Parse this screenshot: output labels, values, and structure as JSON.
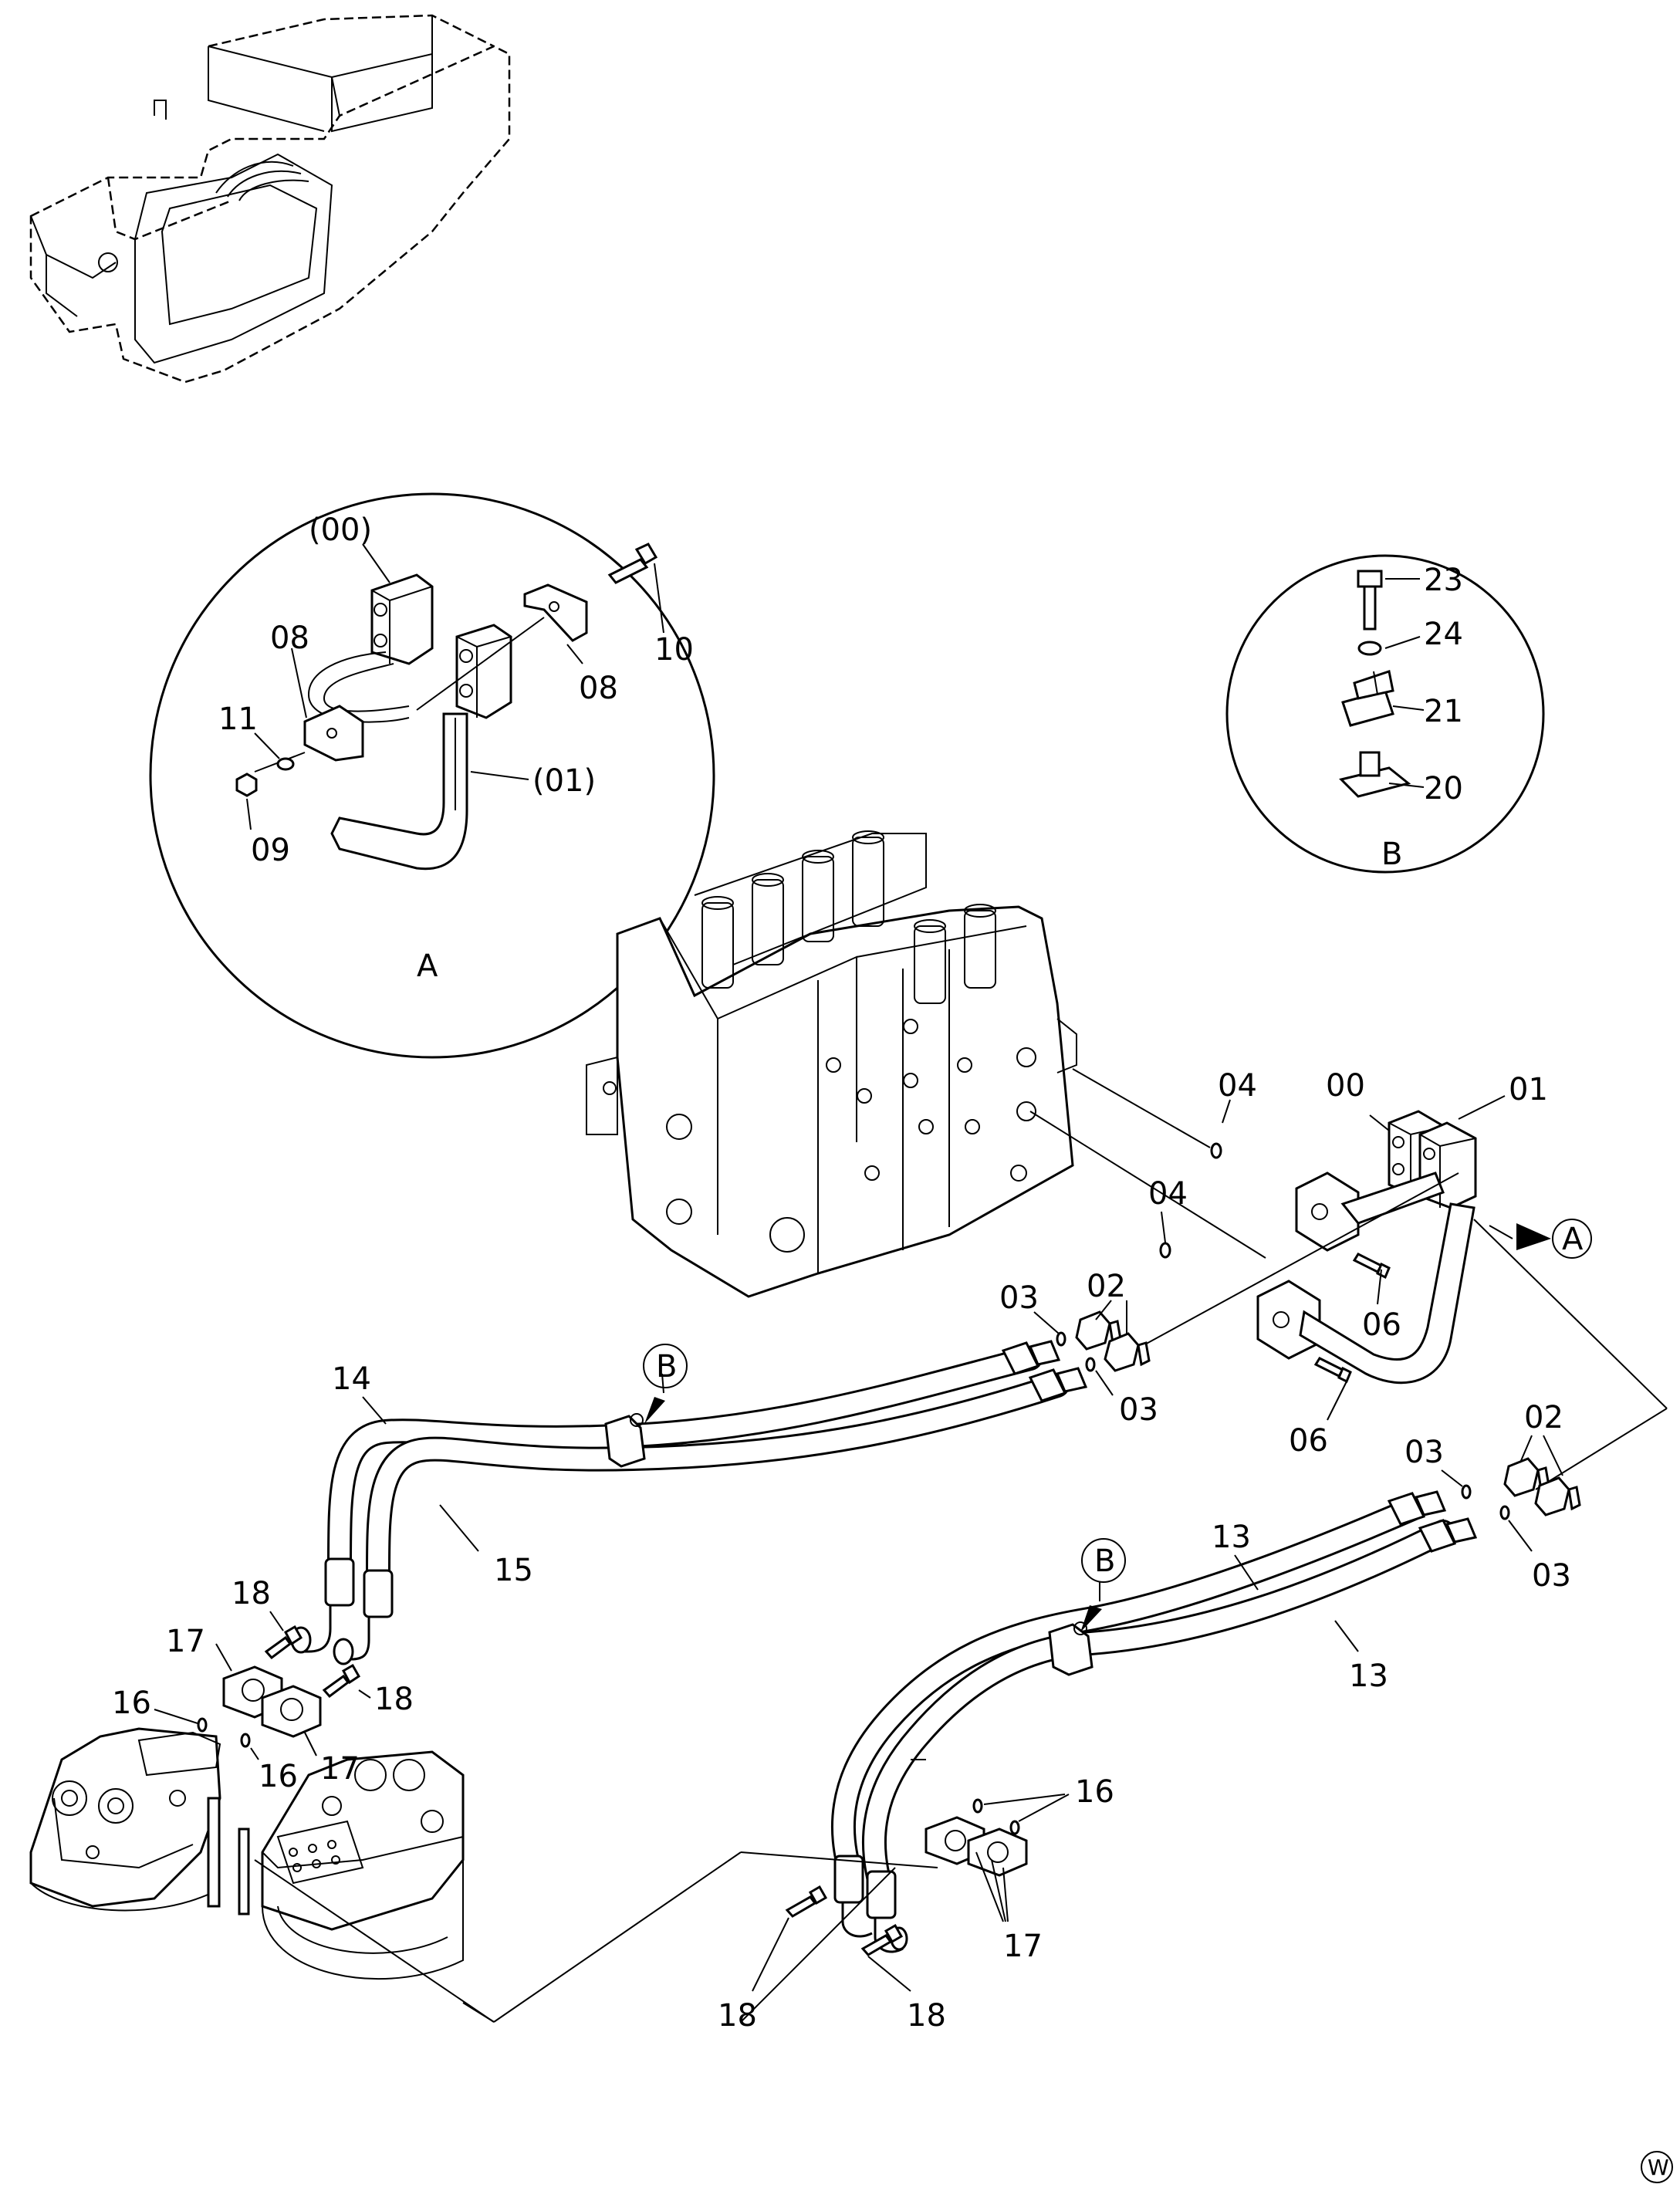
{
  "diagram": {
    "detail_a": {
      "letter": "A",
      "labels": {
        "assembly": "(00)",
        "hose": "(01)",
        "clamp_left": "08",
        "clamp_right": "08",
        "bolt": "10",
        "washer": "11",
        "nut": "09"
      }
    },
    "detail_b": {
      "letter": "B",
      "labels": {
        "bolt": "23",
        "washer": "24",
        "clamp": "21",
        "bracket": "20"
      }
    },
    "main_labels": {
      "block_00": "00",
      "block_01": "01",
      "callout_a": "A",
      "oring_04_top": "04",
      "oring_04_bottom": "04",
      "adapter_02_top": "02",
      "oring_03_top_left": "03",
      "oring_03_top_right": "03",
      "bolt_06_top": "06",
      "bolt_06_bottom": "06",
      "callout_b_left": "B",
      "hose_14": "14",
      "hose_15": "15",
      "adapter_02_right": "02",
      "oring_03_right_top": "03",
      "oring_03_right_bottom": "03",
      "callout_b_right": "B",
      "hose_13_upper": "13",
      "hose_13_lower": "13",
      "bolt_18_a": "18",
      "bolt_18_b": "18",
      "bolt_18_c": "18",
      "bolt_18_d": "18",
      "flange_17_a": "17",
      "flange_17_b": "17",
      "flange_17_c": "17",
      "oring_16_a": "16",
      "oring_16_b": "16",
      "oring_16_c": "16"
    },
    "corner_mark": "W"
  }
}
